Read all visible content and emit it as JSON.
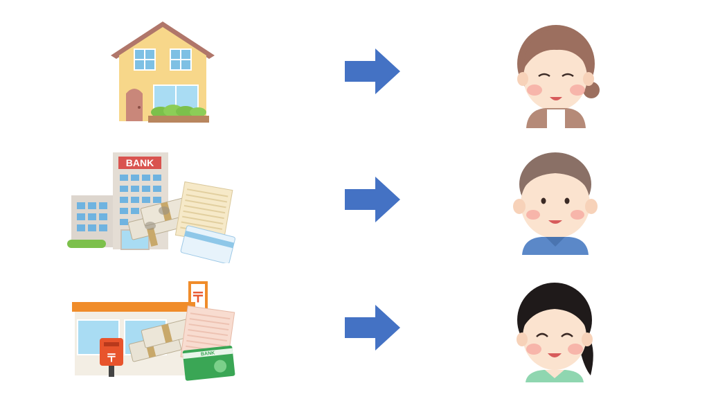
{
  "rows": [
    {
      "asset": {
        "name": "house",
        "label": ""
      },
      "heir": {
        "name": "elderly-woman"
      }
    },
    {
      "asset": {
        "name": "bank-savings",
        "label": "BANK"
      },
      "heir": {
        "name": "middle-aged-man"
      }
    },
    {
      "asset": {
        "name": "post-office-savings",
        "label": "BANK"
      },
      "heir": {
        "name": "middle-aged-woman"
      }
    }
  ],
  "colors": {
    "arrow": "#4472c4",
    "bank_sign": "#d9534f",
    "post_orange": "#f08c2a",
    "post_mark": "#e8542c",
    "card_blue": "#8ec7e8",
    "card_green": "#3aa655"
  }
}
